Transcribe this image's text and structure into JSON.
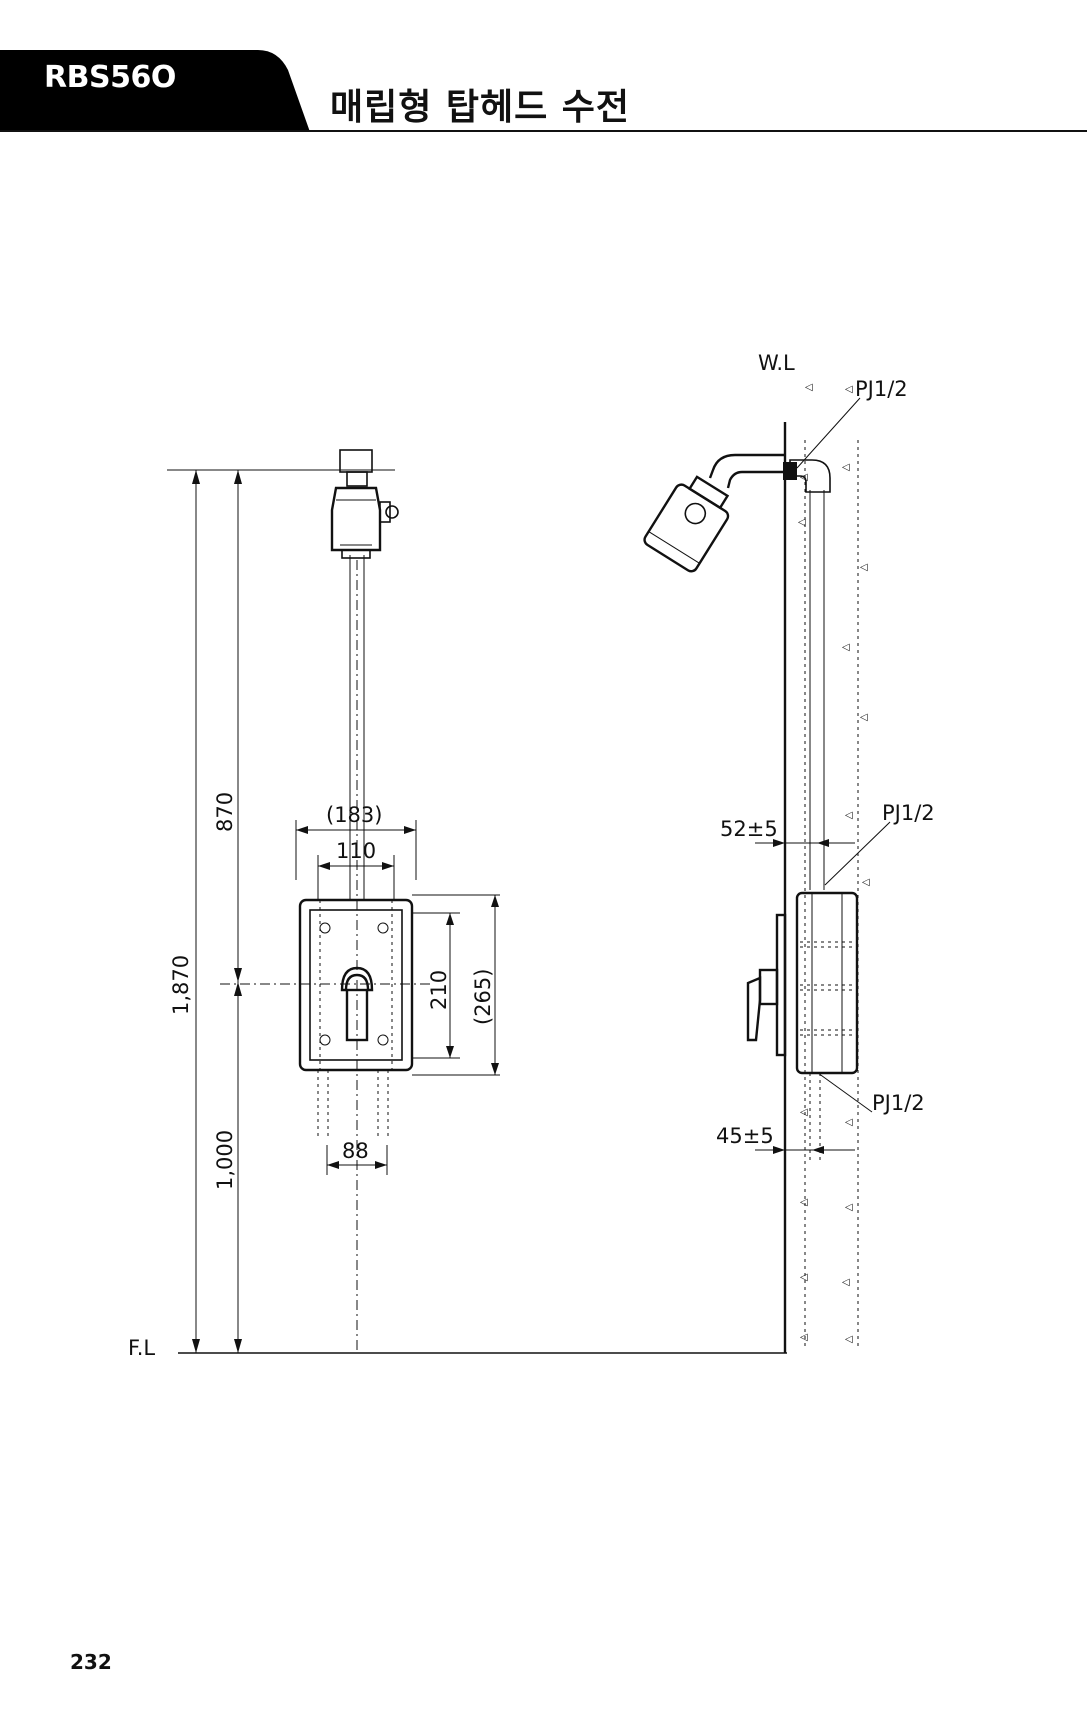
{
  "header": {
    "model_code": "RBS56O",
    "title": "매립형 탑헤드 수전",
    "tab_color": "#000000"
  },
  "page_number": "232",
  "diagram": {
    "front_view": {
      "dimensions": [
        "870",
        "1,870",
        "1,000",
        "(183)",
        "110",
        "210",
        "(265)",
        "88"
      ],
      "floor_label": "F.L"
    },
    "side_view": {
      "wall_label": "W.L",
      "connections": [
        "PJ1/2",
        "PJ1/2",
        "PJ1/2"
      ],
      "offsets": [
        "52±5",
        "45±5"
      ]
    }
  }
}
